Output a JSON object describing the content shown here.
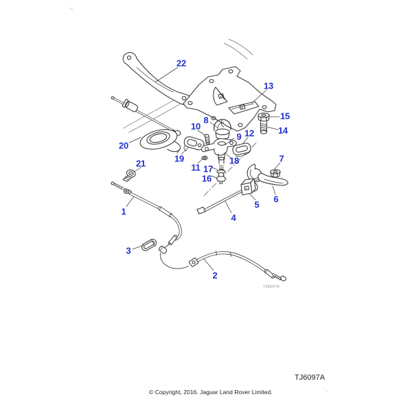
{
  "diagram": {
    "figure_code_small": "TJ6097A",
    "callouts": [
      {
        "number": "1"
      },
      {
        "number": "2"
      },
      {
        "number": "3"
      },
      {
        "number": "4"
      },
      {
        "number": "5"
      },
      {
        "number": "6"
      },
      {
        "number": "7"
      },
      {
        "number": "8"
      },
      {
        "number": "9"
      },
      {
        "number": "10"
      },
      {
        "number": "11"
      },
      {
        "number": "12"
      },
      {
        "number": "13"
      },
      {
        "number": "14"
      },
      {
        "number": "15"
      },
      {
        "number": "16"
      },
      {
        "number": "17"
      },
      {
        "number": "18"
      },
      {
        "number": "19"
      },
      {
        "number": "20"
      },
      {
        "number": "21"
      },
      {
        "number": "22"
      }
    ]
  },
  "footer": {
    "reference": "TJ6097A",
    "copyright": "© Copyright, 2016. Jaguar Land Rover Limited."
  },
  "colors": {
    "callout_blue": "#2130d0",
    "line_dark": "#3a3a3a",
    "faint_gray": "#8a8a8a"
  }
}
